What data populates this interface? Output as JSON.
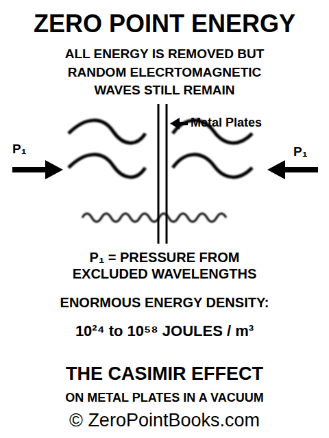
{
  "diagram": {
    "title": "ZERO POINT ENERGY",
    "labels": [
      "ALL ENERGY IS REMOVED BUT RANDOM ELECRTOMAGNETIC WAVES STILL REMAIN",
      "Metal Plates",
      "P₁",
      "P₁",
      "P₁ = PRESSURE FROM EXCLUDED WAVELENGTHS",
      "ENORMOUS ENERGY DENSITY:",
      "10²⁴ to 10⁵⁸ JOULES / m³",
      "THE CASIMIR EFFECT",
      "ON METAL PLATES IN A VACUUM",
      "© ZeroPointBooks.com"
    ]
  }
}
